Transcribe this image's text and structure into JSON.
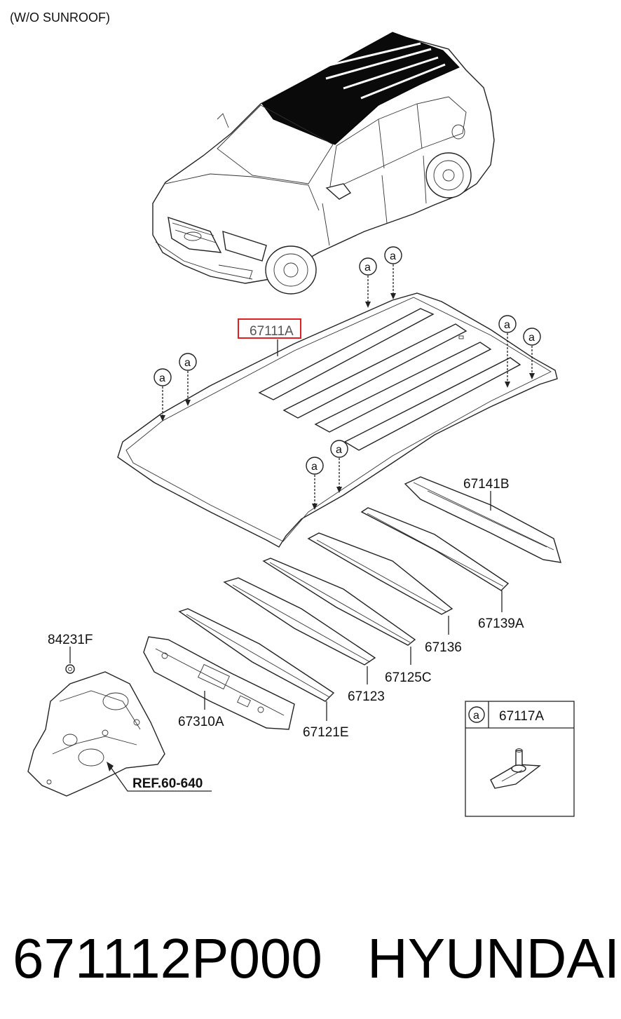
{
  "header": {
    "note": "(W/O SUNROOF)"
  },
  "callout_symbol": "a",
  "main_part": {
    "label": "67111A",
    "highlight_color": "#e02020"
  },
  "parts": {
    "p67141B": "67141B",
    "p67139A": "67139A",
    "p67136": "67136",
    "p67125C": "67125C",
    "p67123": "67123",
    "p67121E": "67121E",
    "p67310A": "67310A",
    "p84231F": "84231F"
  },
  "reference": "REF.60-640",
  "legend": {
    "symbol": "a",
    "part": "67117A"
  },
  "footer": {
    "part_number": "671112P000",
    "brand": "HYUNDAI"
  }
}
